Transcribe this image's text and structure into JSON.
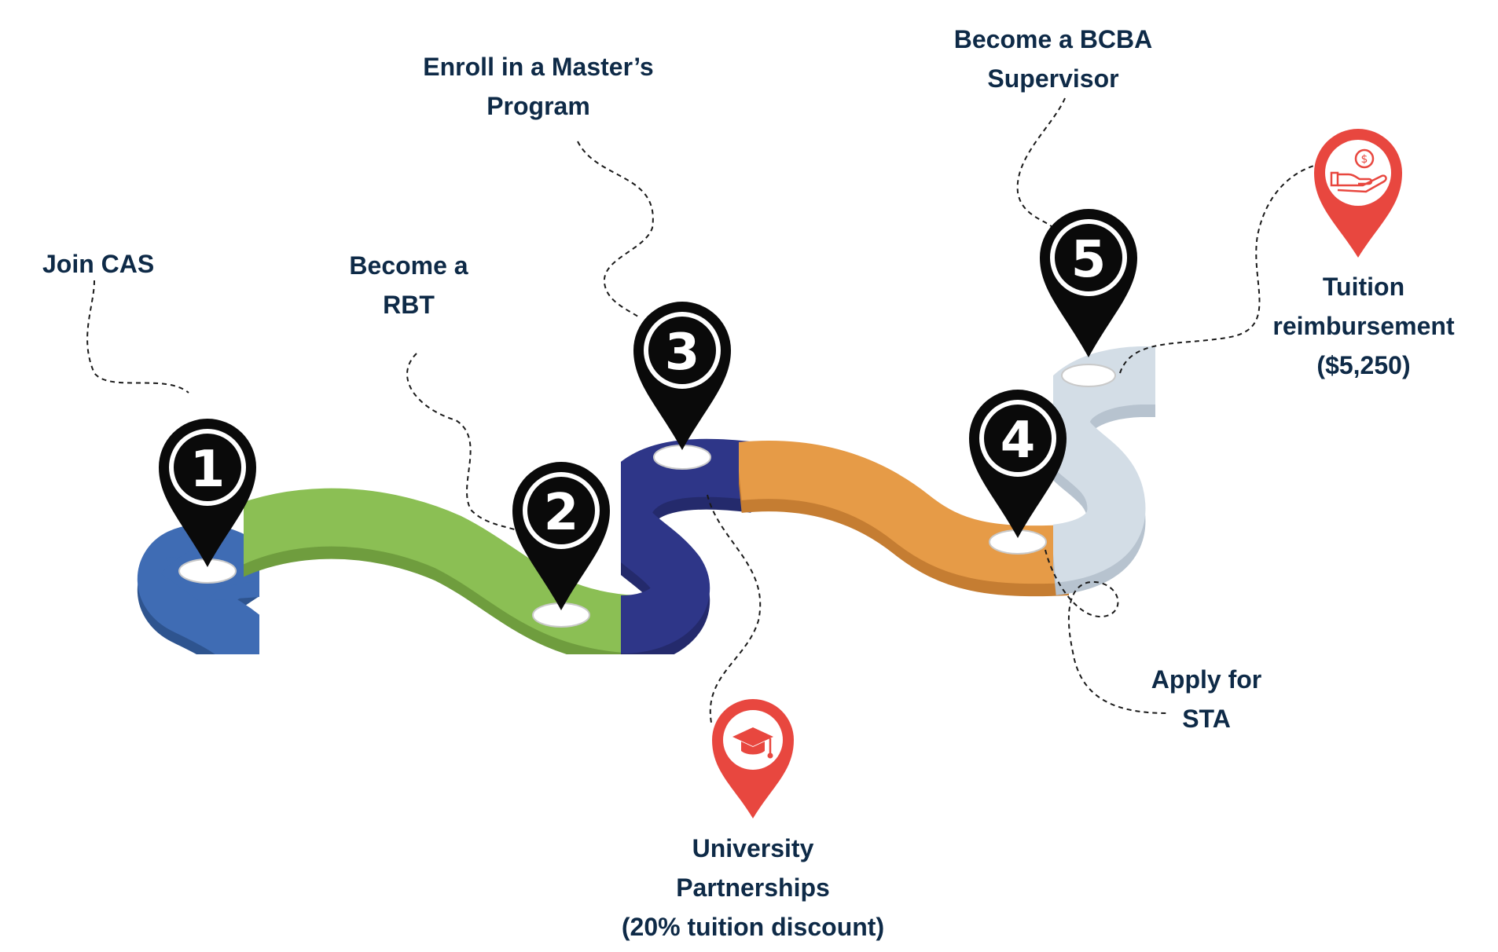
{
  "steps": [
    {
      "number": "1",
      "label_lines": [
        "Join CAS"
      ]
    },
    {
      "number": "2",
      "label_lines": [
        "Become a",
        "RBT"
      ]
    },
    {
      "number": "3",
      "label_lines": [
        "Enroll in a Master’s",
        "Program"
      ]
    },
    {
      "number": "4",
      "label_lines": [
        "Apply for",
        "STA"
      ]
    },
    {
      "number": "5",
      "label_lines": [
        "Become a BCBA",
        "Supervisor"
      ]
    }
  ],
  "benefits": [
    {
      "icon": "graduation-cap-icon",
      "label_lines": [
        "University",
        "Partnerships",
        "(20% tuition discount)"
      ]
    },
    {
      "icon": "hand-coin-icon",
      "label_lines": [
        "Tuition",
        "reimbursement",
        "($5,250)"
      ]
    }
  ],
  "colors": {
    "text": "#0e2a47",
    "pin_black": "#0a0a0a",
    "pin_red": "#e8473f",
    "segment_blue": "#3f6cb4",
    "segment_green": "#8bbf54",
    "segment_navy": "#2e3688",
    "segment_orange": "#e69b47",
    "segment_light": "#d3dde6"
  }
}
